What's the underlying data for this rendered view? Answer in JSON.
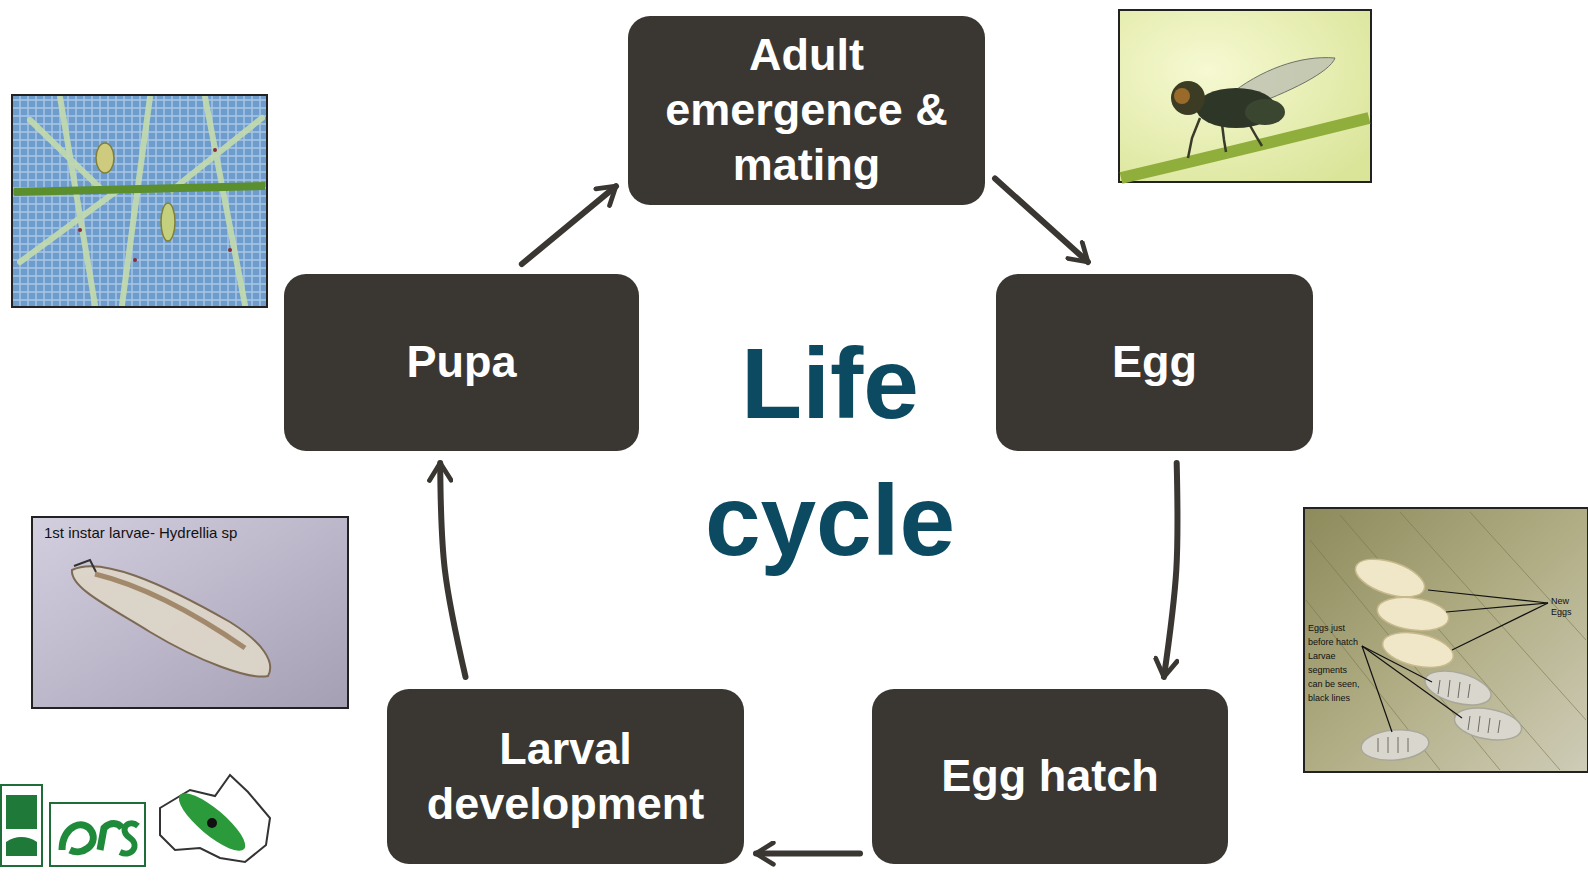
{
  "diagram": {
    "title": "Life cycle",
    "nodes": [
      {
        "text": [
          "Adult emergence & mating"
        ]
      },
      {
        "text": [
          "Pupa"
        ]
      },
      {
        "text": [
          "Egg"
        ]
      },
      {
        "text": [
          "Larval development"
        ]
      },
      {
        "text": [
          "Egg hatch"
        ]
      }
    ],
    "edges": [
      {
        "from": 0,
        "to": 2,
        "arrow": "to"
      },
      {
        "from": 2,
        "to": 4,
        "arrow": "to"
      },
      {
        "from": 4,
        "to": 3,
        "arrow": "to"
      },
      {
        "from": 3,
        "to": 1,
        "arrow": "to"
      },
      {
        "from": 1,
        "to": 0,
        "arrow": "to"
      }
    ],
    "labels": [
      "1st instar larvae- Hydrellia sp",
      "New Eggs",
      "Eggs just before hatch Larvae segments can be seen, black lines"
    ]
  }
}
